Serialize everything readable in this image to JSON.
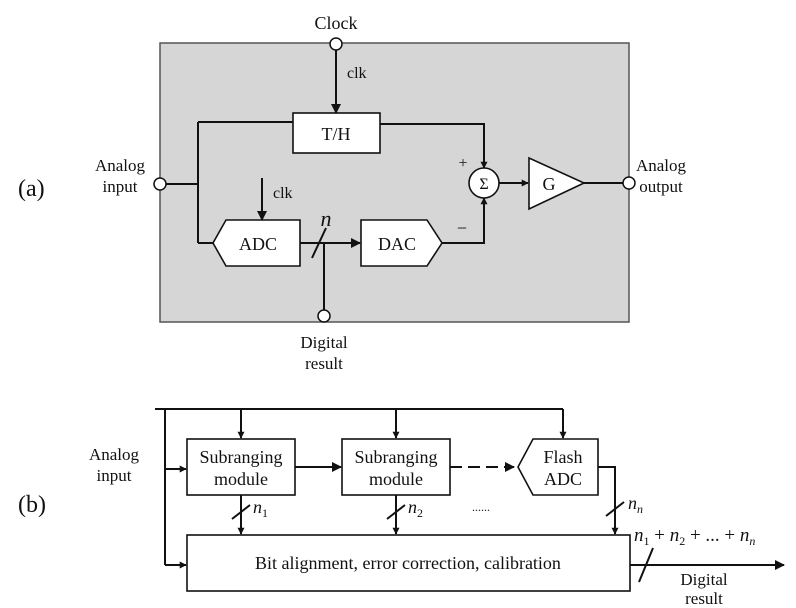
{
  "part_a": {
    "label": "(a)",
    "clock": "Clock",
    "clk_th": "clk",
    "clk_adc": "clk",
    "th_block": "T/H",
    "plus": "+",
    "minus": "−",
    "sigma": "Σ",
    "gain": "G",
    "adc_block": "ADC",
    "dac_block": "DAC",
    "n": "n",
    "analog_input": [
      "Analog",
      "input"
    ],
    "analog_output": [
      "Analog",
      "output"
    ],
    "digital_result": [
      "Digital",
      "result"
    ]
  },
  "part_b": {
    "label": "(b)",
    "analog_input": [
      "Analog",
      "input"
    ],
    "module1": [
      "Subranging",
      "module"
    ],
    "module2": [
      "Subranging",
      "module"
    ],
    "flash": [
      "Flash",
      "ADC"
    ],
    "dots": "......",
    "n1": "n1",
    "n2": "n2",
    "nn": "nn",
    "sum": "n1 + n2 + ... + nn",
    "bottom_block": "Bit alignment, error correction, calibration",
    "digital_result": [
      "Digital",
      "result"
    ]
  }
}
